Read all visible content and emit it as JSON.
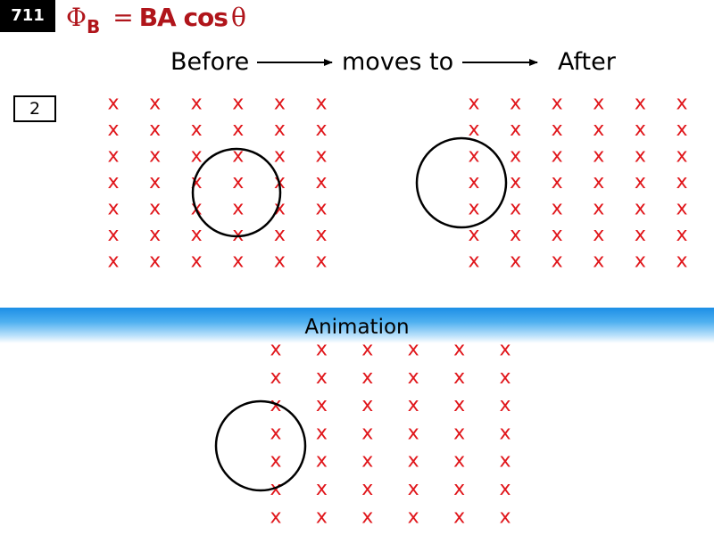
{
  "slide": {
    "number": "711",
    "step": "2"
  },
  "formula": {
    "phi": "Φ",
    "subscript": "B",
    "equals": "=",
    "body": "BA cos",
    "theta": "θ"
  },
  "captions": {
    "before": "Before",
    "moves_to": "moves to",
    "after": "After"
  },
  "section": {
    "label": "Animation"
  },
  "field": {
    "mark": "x",
    "rows": 7,
    "cols": 6,
    "color": "#e0161b"
  },
  "colors": {
    "formula": "#b0151b",
    "field": "#e0161b",
    "band_top": "#1c8fe6",
    "loop": "#000000"
  }
}
